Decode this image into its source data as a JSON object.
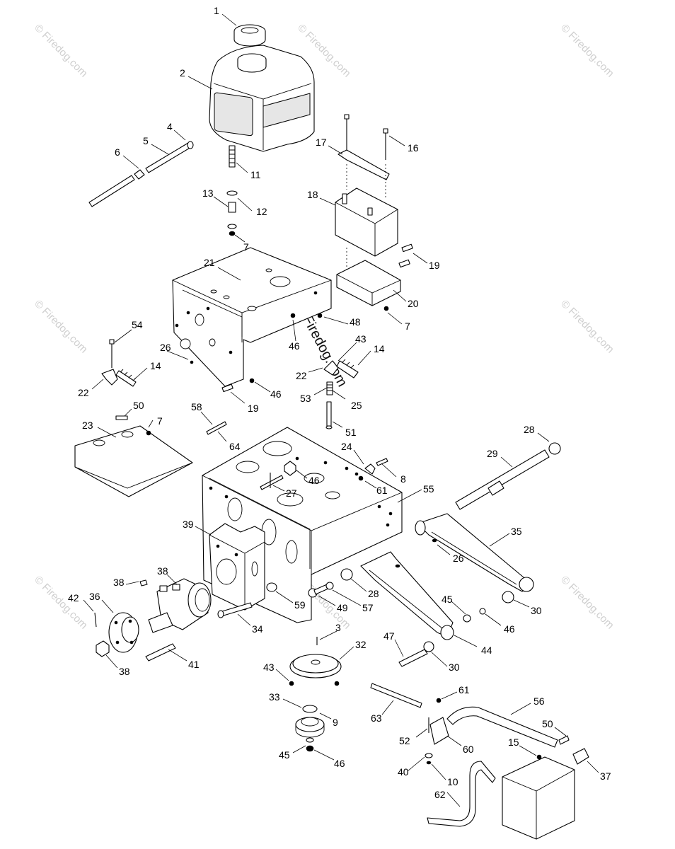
{
  "diagram": {
    "watermark_text": "© Firedog.com",
    "callouts": [
      {
        "id": "c1",
        "label": "1"
      },
      {
        "id": "c2",
        "label": "2"
      },
      {
        "id": "c4",
        "label": "4"
      },
      {
        "id": "c5",
        "label": "5"
      },
      {
        "id": "c6",
        "label": "6"
      },
      {
        "id": "c11",
        "label": "11"
      },
      {
        "id": "c13",
        "label": "13"
      },
      {
        "id": "c12",
        "label": "12"
      },
      {
        "id": "c7a",
        "label": "7"
      },
      {
        "id": "c17",
        "label": "17"
      },
      {
        "id": "c16",
        "label": "16"
      },
      {
        "id": "c18",
        "label": "18"
      },
      {
        "id": "c19a",
        "label": "19"
      },
      {
        "id": "c21",
        "label": "21"
      },
      {
        "id": "c20",
        "label": "20"
      },
      {
        "id": "c7b",
        "label": "7"
      },
      {
        "id": "c48",
        "label": "48"
      },
      {
        "id": "c46a",
        "label": "46"
      },
      {
        "id": "c43a",
        "label": "43"
      },
      {
        "id": "c14a",
        "label": "14"
      },
      {
        "id": "c54",
        "label": "54"
      },
      {
        "id": "c26a",
        "label": "26"
      },
      {
        "id": "c14b",
        "label": "14"
      },
      {
        "id": "c22a",
        "label": "22"
      },
      {
        "id": "c22b",
        "label": "22"
      },
      {
        "id": "c53",
        "label": "53"
      },
      {
        "id": "c25",
        "label": "25"
      },
      {
        "id": "c19b",
        "label": "19"
      },
      {
        "id": "c46b",
        "label": "46"
      },
      {
        "id": "c50a",
        "label": "50"
      },
      {
        "id": "c7c",
        "label": "7"
      },
      {
        "id": "c23",
        "label": "23"
      },
      {
        "id": "c58",
        "label": "58"
      },
      {
        "id": "c64",
        "label": "64"
      },
      {
        "id": "c51",
        "label": "51"
      },
      {
        "id": "c28a",
        "label": "28"
      },
      {
        "id": "c29",
        "label": "29"
      },
      {
        "id": "c24",
        "label": "24"
      },
      {
        "id": "c8",
        "label": "8"
      },
      {
        "id": "c46c",
        "label": "46"
      },
      {
        "id": "c27",
        "label": "27"
      },
      {
        "id": "c61a",
        "label": "61"
      },
      {
        "id": "c55",
        "label": "55"
      },
      {
        "id": "c39",
        "label": "39"
      },
      {
        "id": "c35",
        "label": "35"
      },
      {
        "id": "c26b",
        "label": "26"
      },
      {
        "id": "c38a",
        "label": "38"
      },
      {
        "id": "c38b",
        "label": "38"
      },
      {
        "id": "c42",
        "label": "42"
      },
      {
        "id": "c36",
        "label": "36"
      },
      {
        "id": "c28b",
        "label": "28"
      },
      {
        "id": "c59",
        "label": "59"
      },
      {
        "id": "c49",
        "label": "49"
      },
      {
        "id": "c57",
        "label": "57"
      },
      {
        "id": "c45a",
        "label": "45"
      },
      {
        "id": "c46d",
        "label": "46"
      },
      {
        "id": "c30a",
        "label": "30"
      },
      {
        "id": "c34",
        "label": "34"
      },
      {
        "id": "c3",
        "label": "3"
      },
      {
        "id": "c47",
        "label": "47"
      },
      {
        "id": "c44",
        "label": "44"
      },
      {
        "id": "c41",
        "label": "41"
      },
      {
        "id": "c38c",
        "label": "38"
      },
      {
        "id": "c32",
        "label": "32"
      },
      {
        "id": "c30b",
        "label": "30"
      },
      {
        "id": "c43b",
        "label": "43"
      },
      {
        "id": "c61b",
        "label": "61"
      },
      {
        "id": "c56",
        "label": "56"
      },
      {
        "id": "c33",
        "label": "33"
      },
      {
        "id": "c9",
        "label": "9"
      },
      {
        "id": "c63",
        "label": "63"
      },
      {
        "id": "c50b",
        "label": "50"
      },
      {
        "id": "c52",
        "label": "52"
      },
      {
        "id": "c60",
        "label": "60"
      },
      {
        "id": "c15",
        "label": "15"
      },
      {
        "id": "c45b",
        "label": "45"
      },
      {
        "id": "c46e",
        "label": "46"
      },
      {
        "id": "c40",
        "label": "40"
      },
      {
        "id": "c37",
        "label": "37"
      },
      {
        "id": "c10",
        "label": "10"
      },
      {
        "id": "c62",
        "label": "62"
      }
    ]
  }
}
